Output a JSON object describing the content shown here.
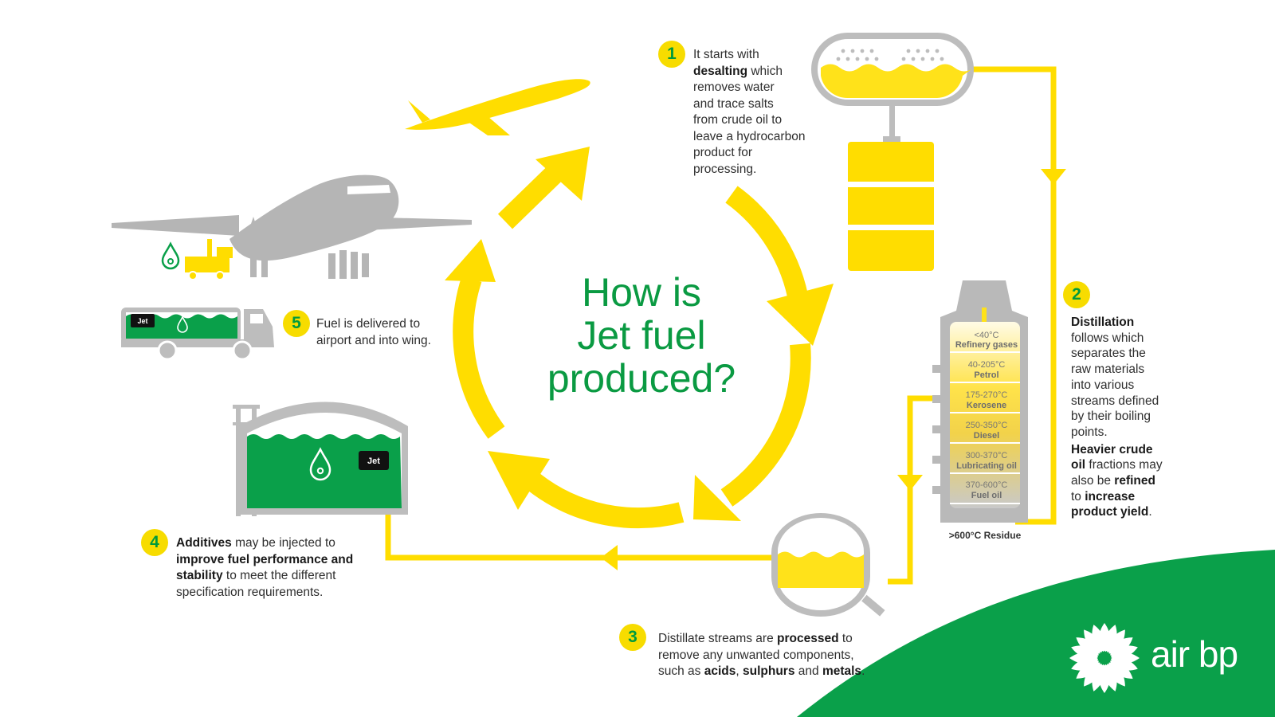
{
  "title": {
    "line1": "How is",
    "line2": "Jet fuel",
    "line3": "produced?"
  },
  "steps": [
    {
      "number": "1",
      "segments": [
        {
          "t": "It starts with",
          "b": false
        },
        {
          "br": true
        },
        {
          "t": "desalting",
          "b": true
        },
        {
          "t": " which",
          "b": false
        },
        {
          "br": true
        },
        {
          "t": "removes water",
          "b": false
        },
        {
          "br": true
        },
        {
          "t": "and trace salts",
          "b": false
        },
        {
          "br": true
        },
        {
          "t": "from crude oil to",
          "b": false
        },
        {
          "br": true
        },
        {
          "t": "leave a hydrocarbon",
          "b": false
        },
        {
          "br": true
        },
        {
          "t": "product for",
          "b": false
        },
        {
          "br": true
        },
        {
          "t": "processing.",
          "b": false
        }
      ]
    },
    {
      "number": "2",
      "segments": [
        {
          "t": "Distillation",
          "b": true
        },
        {
          "br": true
        },
        {
          "t": "follows which",
          "b": false
        },
        {
          "br": true
        },
        {
          "t": "separates the",
          "b": false
        },
        {
          "br": true
        },
        {
          "t": "raw materials",
          "b": false
        },
        {
          "br": true
        },
        {
          "t": "into various",
          "b": false
        },
        {
          "br": true
        },
        {
          "t": "streams defined",
          "b": false
        },
        {
          "br": true
        },
        {
          "t": "by their boiling",
          "b": false
        },
        {
          "br": true
        },
        {
          "t": "points.",
          "b": false
        },
        {
          "br": true
        },
        {
          "gap": true
        },
        {
          "t": "Heavier crude",
          "b": true
        },
        {
          "br": true
        },
        {
          "t": "oil",
          "b": true
        },
        {
          "t": " fractions may",
          "b": false
        },
        {
          "br": true
        },
        {
          "t": "also be ",
          "b": false
        },
        {
          "t": "refined",
          "b": true
        },
        {
          "br": true
        },
        {
          "t": "to ",
          "b": false
        },
        {
          "t": "increase",
          "b": true
        },
        {
          "br": true
        },
        {
          "t": "product yield",
          "b": true
        },
        {
          "t": ".",
          "b": false
        }
      ]
    },
    {
      "number": "3",
      "segments": [
        {
          "t": "Distillate streams are ",
          "b": false
        },
        {
          "t": "processed",
          "b": true
        },
        {
          "t": " to",
          "b": false
        },
        {
          "br": true
        },
        {
          "t": "remove any unwanted components,",
          "b": false
        },
        {
          "br": true
        },
        {
          "t": "such as ",
          "b": false
        },
        {
          "t": "acids",
          "b": true
        },
        {
          "t": ", ",
          "b": false
        },
        {
          "t": "sulphurs",
          "b": true
        },
        {
          "t": " and ",
          "b": false
        },
        {
          "t": "metals",
          "b": true
        },
        {
          "t": ".",
          "b": false
        }
      ]
    },
    {
      "number": "4",
      "segments": [
        {
          "t": "Additives",
          "b": true
        },
        {
          "t": " may be injected to",
          "b": false
        },
        {
          "br": true
        },
        {
          "t": "improve fuel performance and",
          "b": true
        },
        {
          "br": true
        },
        {
          "t": "stability",
          "b": true
        },
        {
          "t": " to meet the different",
          "b": false
        },
        {
          "br": true
        },
        {
          "t": "specification requirements.",
          "b": false
        }
      ]
    },
    {
      "number": "5",
      "segments": [
        {
          "t": "Fuel is delivered to",
          "b": false
        },
        {
          "br": true
        },
        {
          "t": "airport and into wing.",
          "b": false
        }
      ]
    }
  ],
  "distillation_column": {
    "fractions": [
      {
        "temp": "<40°C",
        "name": "Refinery gases"
      },
      {
        "temp": "40-205°C",
        "name": "Petrol"
      },
      {
        "temp": "175-270°C",
        "name": "Kerosene"
      },
      {
        "temp": "250-350°C",
        "name": "Diesel"
      },
      {
        "temp": "300-370°C",
        "name": "Lubricating oil"
      },
      {
        "temp": "370-600°C",
        "name": "Fuel oil"
      }
    ],
    "residue": ">600°C Residue"
  },
  "labels": {
    "jet_tag_truck": "Jet",
    "jet_tag_tank": "Jet"
  },
  "brand": {
    "name": "air bp"
  },
  "colors": {
    "yellow": "#ffdd00",
    "green": "#009a3d",
    "grey": "#b3b3b3",
    "badge": "#f7dc00"
  },
  "icons": [
    "airplane-icon",
    "fuel-drop-icon",
    "fuel-truck-icon",
    "storage-tank-icon",
    "desalter-icon",
    "oil-barrel-icon",
    "distillation-column-icon",
    "processing-vessel-icon",
    "helios-logo-icon"
  ]
}
